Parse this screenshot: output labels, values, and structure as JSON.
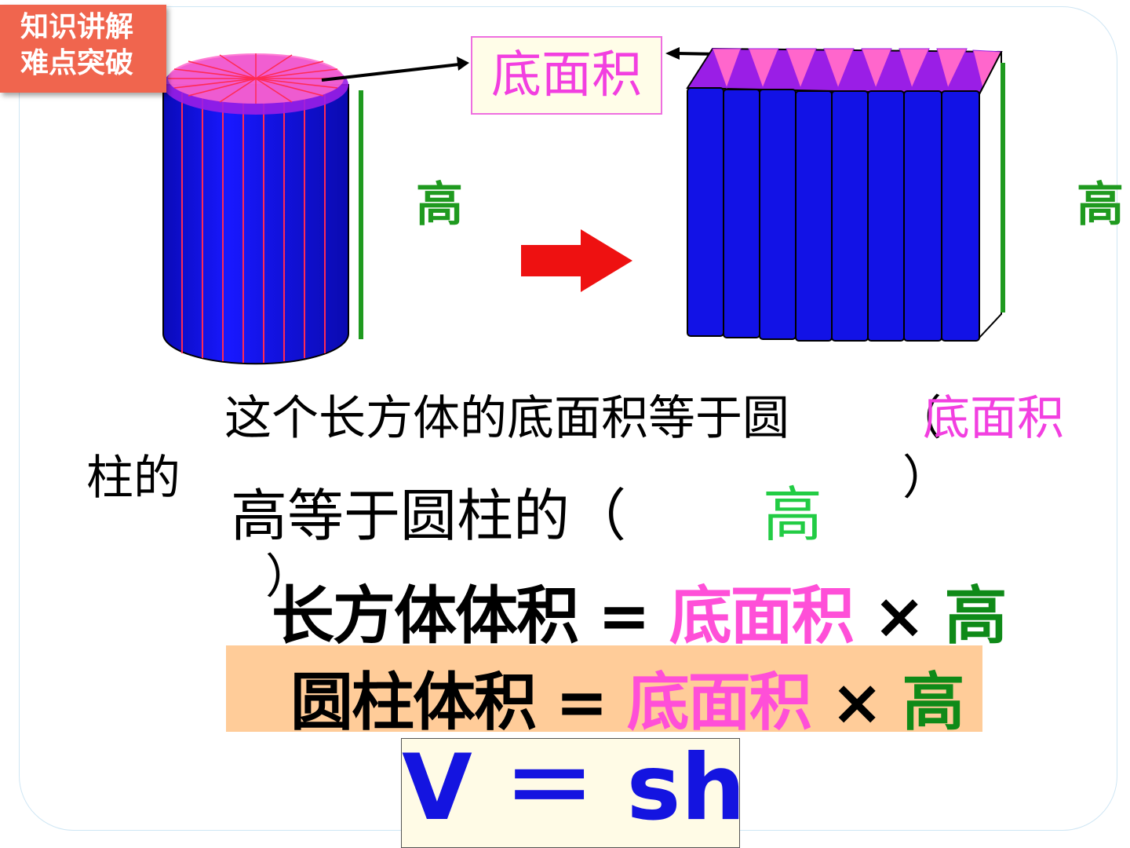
{
  "tag": {
    "line1": "知识讲解",
    "line2": "难点突破"
  },
  "diagram": {
    "area_label": "底面积",
    "height_label_left": "高",
    "height_label_right": "高",
    "colors": {
      "blue": "#1212e6",
      "pink": "#ff66cc",
      "purple": "#9a1ee6",
      "green": "#1f9a1f",
      "red": "#ee1111"
    }
  },
  "text": {
    "sentence1": "这个长方体的底面积等于圆",
    "paren1_open": "（",
    "answer1": "底面积",
    "paren1_close": "）",
    "sentence1_cont": "柱的",
    "sentence2": "高等于圆柱的（",
    "answer2": "高",
    "paren2_close": "）"
  },
  "formula1": {
    "lhs": "长方体体积",
    "eq": "=",
    "area": "底面积",
    "times": "×",
    "height": "高"
  },
  "formula2": {
    "lhs": "圆柱体积",
    "eq": "=",
    "area": "底面积",
    "times": "×",
    "height": "高"
  },
  "formula3": "V ＝ sh"
}
